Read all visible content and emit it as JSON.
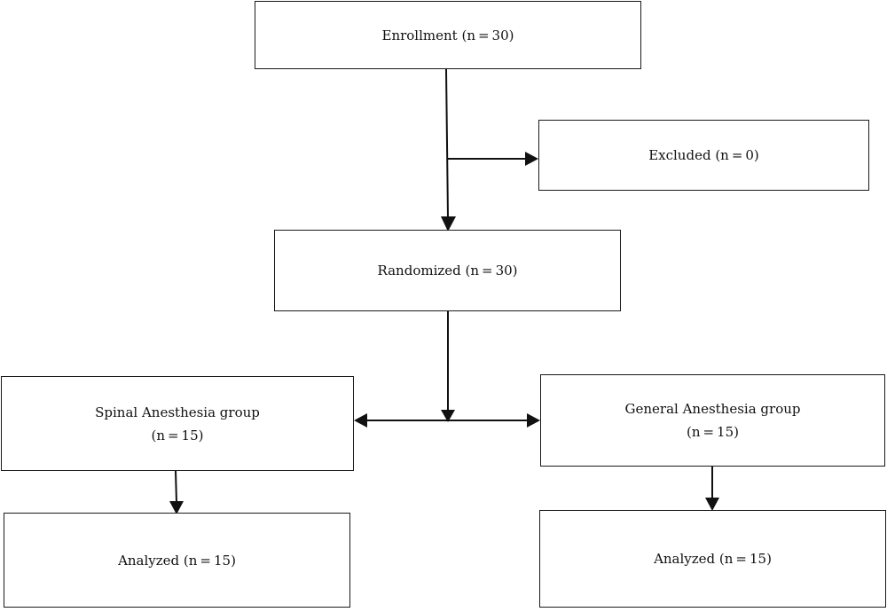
{
  "flowchart": {
    "enrollment": {
      "label": "Enrollment (n = 30)"
    },
    "excluded": {
      "label": "Excluded (n = 0)"
    },
    "randomized": {
      "label": "Randomized (n = 30)"
    },
    "spinal_group": {
      "line1": "Spinal Anesthesia group",
      "line2": "(n = 15)"
    },
    "general_group": {
      "line1": "General Anesthesia group",
      "line2": "(n = 15)"
    },
    "spinal_analyzed": {
      "label": "Analyzed (n = 15)"
    },
    "general_analyzed": {
      "label": "Analyzed (n = 15)"
    }
  }
}
